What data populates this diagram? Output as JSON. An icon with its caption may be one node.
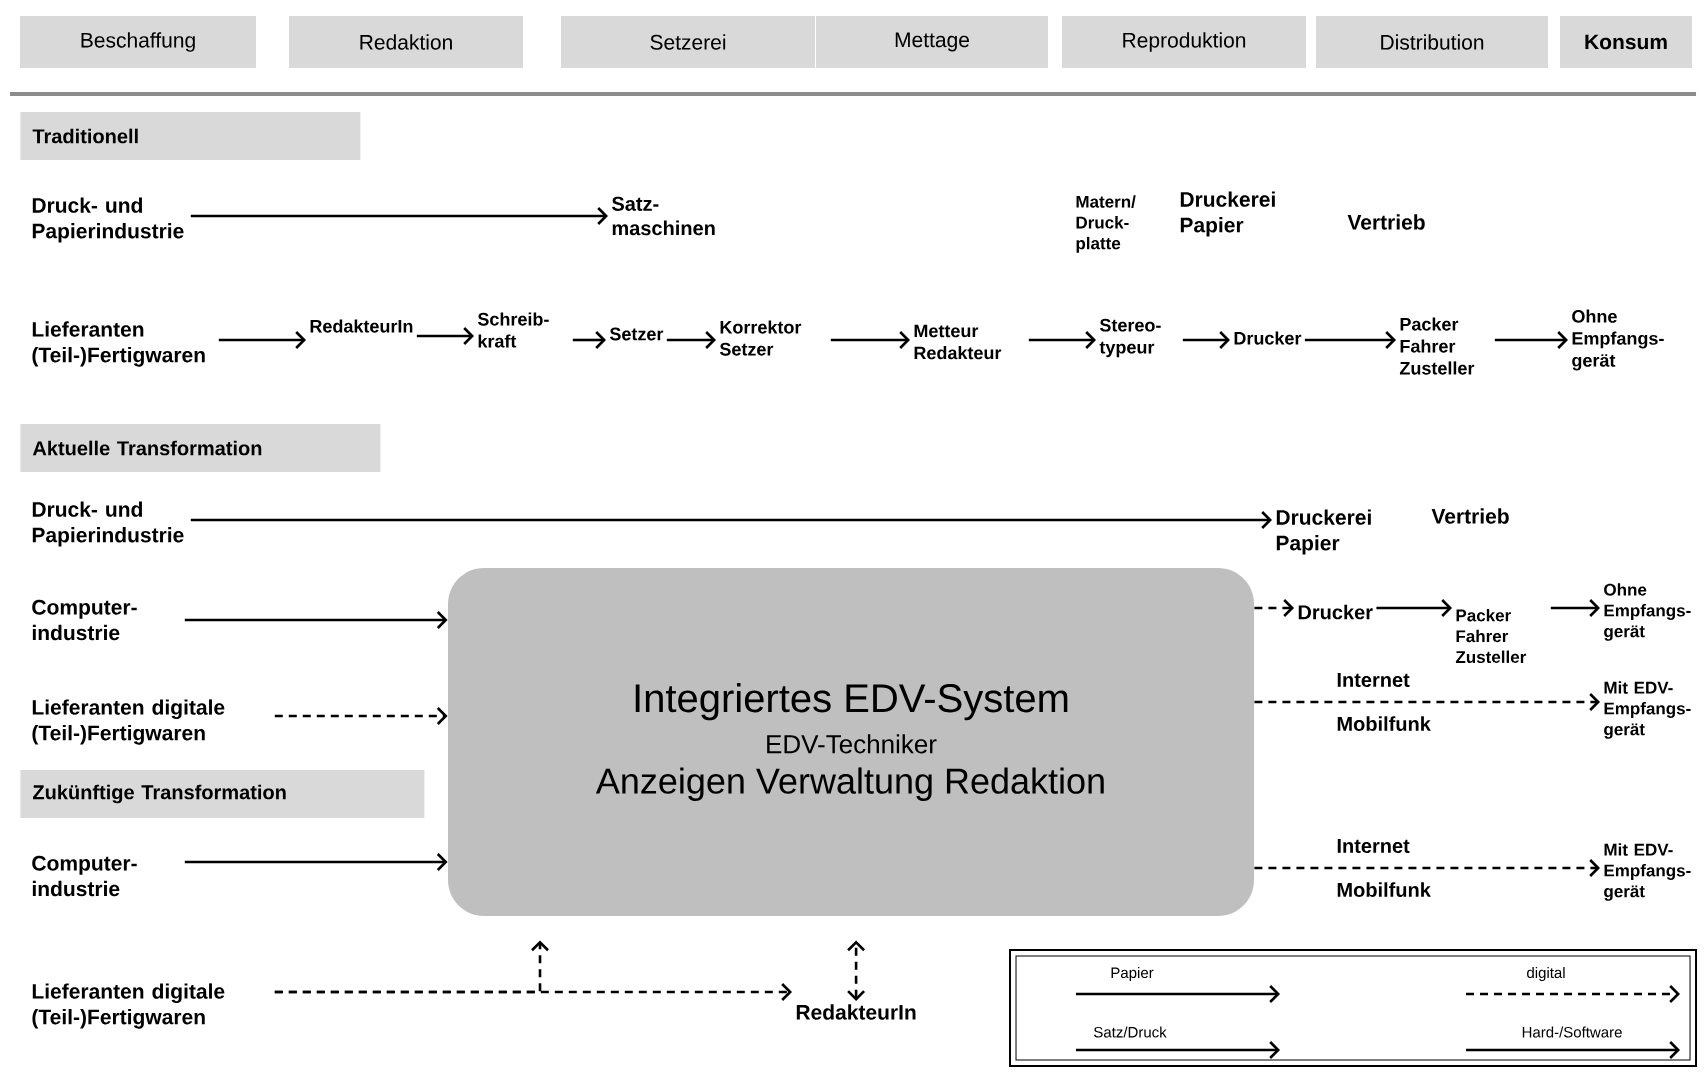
{
  "diagram": {
    "nodes": [
      {
        "text": [
          "Beschaffung"
        ]
      },
      {
        "text": [
          "Redaktion"
        ]
      },
      {
        "text": [
          "Setzerei"
        ]
      },
      {
        "text": [
          "Mettage"
        ]
      },
      {
        "text": [
          "Reproduktion"
        ]
      },
      {
        "text": [
          "Distribution"
        ]
      },
      {
        "text": [
          "Konsum"
        ]
      },
      {
        "text": [
          "Traditionell"
        ]
      },
      {
        "text": [
          "Druck- und Papierindustrie"
        ]
      },
      {
        "text": [
          "Satz- maschinen"
        ]
      },
      {
        "text": [
          "Matern/ Druck- platte"
        ]
      },
      {
        "text": [
          "Druckerei Papier"
        ]
      },
      {
        "text": [
          "Vertrieb"
        ]
      },
      {
        "text": [
          "Lieferanten (Teil-)Fertigwaren"
        ]
      },
      {
        "text": [
          "RedakteurIn"
        ]
      },
      {
        "text": [
          "Schreib- kraft"
        ]
      },
      {
        "text": [
          "Setzer"
        ]
      },
      {
        "text": [
          "Korrektor Setzer"
        ]
      },
      {
        "text": [
          "Metteur Redakteur"
        ]
      },
      {
        "text": [
          "Stereo- typeur"
        ]
      },
      {
        "text": [
          "Drucker"
        ]
      },
      {
        "text": [
          "Packer Fahrer Zusteller"
        ]
      },
      {
        "text": [
          "Ohne Empfangs- gerät"
        ]
      },
      {
        "text": [
          "Aktuelle Transformation"
        ]
      },
      {
        "text": [
          "Druck- und Papierindustrie"
        ]
      },
      {
        "text": [
          "Druckerei Papier"
        ]
      },
      {
        "text": [
          "Vertrieb"
        ]
      },
      {
        "text": [
          "Computer- industrie"
        ]
      },
      {
        "text": [
          "Lieferanten digitale (Teil-)Fertigwaren"
        ]
      },
      {
        "text": [
          "Integriertes EDV-System",
          "EDV-Techniker",
          "Anzeigen Verwaltung Redaktion"
        ]
      },
      {
        "text": [
          "Drucker"
        ]
      },
      {
        "text": [
          "Packer Fahrer Zusteller"
        ]
      },
      {
        "text": [
          "Ohne Empfangs- gerät"
        ]
      },
      {
        "text": [
          "Mit EDV- Empfangs- gerät"
        ]
      },
      {
        "text": [
          "Zukünftige Transformation"
        ]
      },
      {
        "text": [
          "Computer- industrie"
        ]
      },
      {
        "text": [
          "Mit EDV- Empfangs- gerät"
        ]
      },
      {
        "text": [
          "Lieferanten digitale (Teil-)Fertigwaren"
        ]
      },
      {
        "text": [
          "RedakteurIn"
        ]
      }
    ],
    "edges": [
      {
        "from": 8,
        "to": 9,
        "arrow": "to"
      },
      {
        "from": 13,
        "to": 14,
        "arrow": "to"
      },
      {
        "from": 14,
        "to": 15,
        "arrow": "to"
      },
      {
        "from": 15,
        "to": 16,
        "arrow": "to"
      },
      {
        "from": 16,
        "to": 17,
        "arrow": "to"
      },
      {
        "from": 17,
        "to": 18,
        "arrow": "to"
      },
      {
        "from": 18,
        "to": 19,
        "arrow": "to"
      },
      {
        "from": 19,
        "to": 20,
        "arrow": "to"
      },
      {
        "from": 20,
        "to": 21,
        "arrow": "to"
      },
      {
        "from": 21,
        "to": 22,
        "arrow": "to"
      },
      {
        "from": 24,
        "to": 25,
        "arrow": "to"
      },
      {
        "from": 27,
        "to": 29,
        "arrow": "to"
      },
      {
        "from": 28,
        "to": 29,
        "arrow": "to",
        "style": "dashed"
      },
      {
        "from": 29,
        "to": 30,
        "arrow": "to",
        "style": "dashed"
      },
      {
        "from": 30,
        "to": 31,
        "arrow": "to"
      },
      {
        "from": 31,
        "to": 32,
        "arrow": "to"
      },
      {
        "from": 29,
        "to": 33,
        "arrow": "to",
        "style": "dashed",
        "label": "Internet Mobilfunk"
      },
      {
        "from": 35,
        "to": 29,
        "arrow": "to"
      },
      {
        "from": 29,
        "to": 36,
        "arrow": "to",
        "style": "dashed",
        "label": "Internet Mobilfunk"
      },
      {
        "from": 37,
        "to": 38,
        "arrow": "to",
        "style": "dashed"
      },
      {
        "from": 37,
        "to": 29,
        "arrow": "to",
        "style": "dashed"
      },
      {
        "from": 38,
        "to": 29,
        "arrow": "both",
        "style": "dashed"
      }
    ],
    "legend": [
      {
        "text": "Papier"
      },
      {
        "text": "digital"
      },
      {
        "text": "Satz/Druck"
      },
      {
        "text": "Hard-/Software"
      }
    ]
  }
}
